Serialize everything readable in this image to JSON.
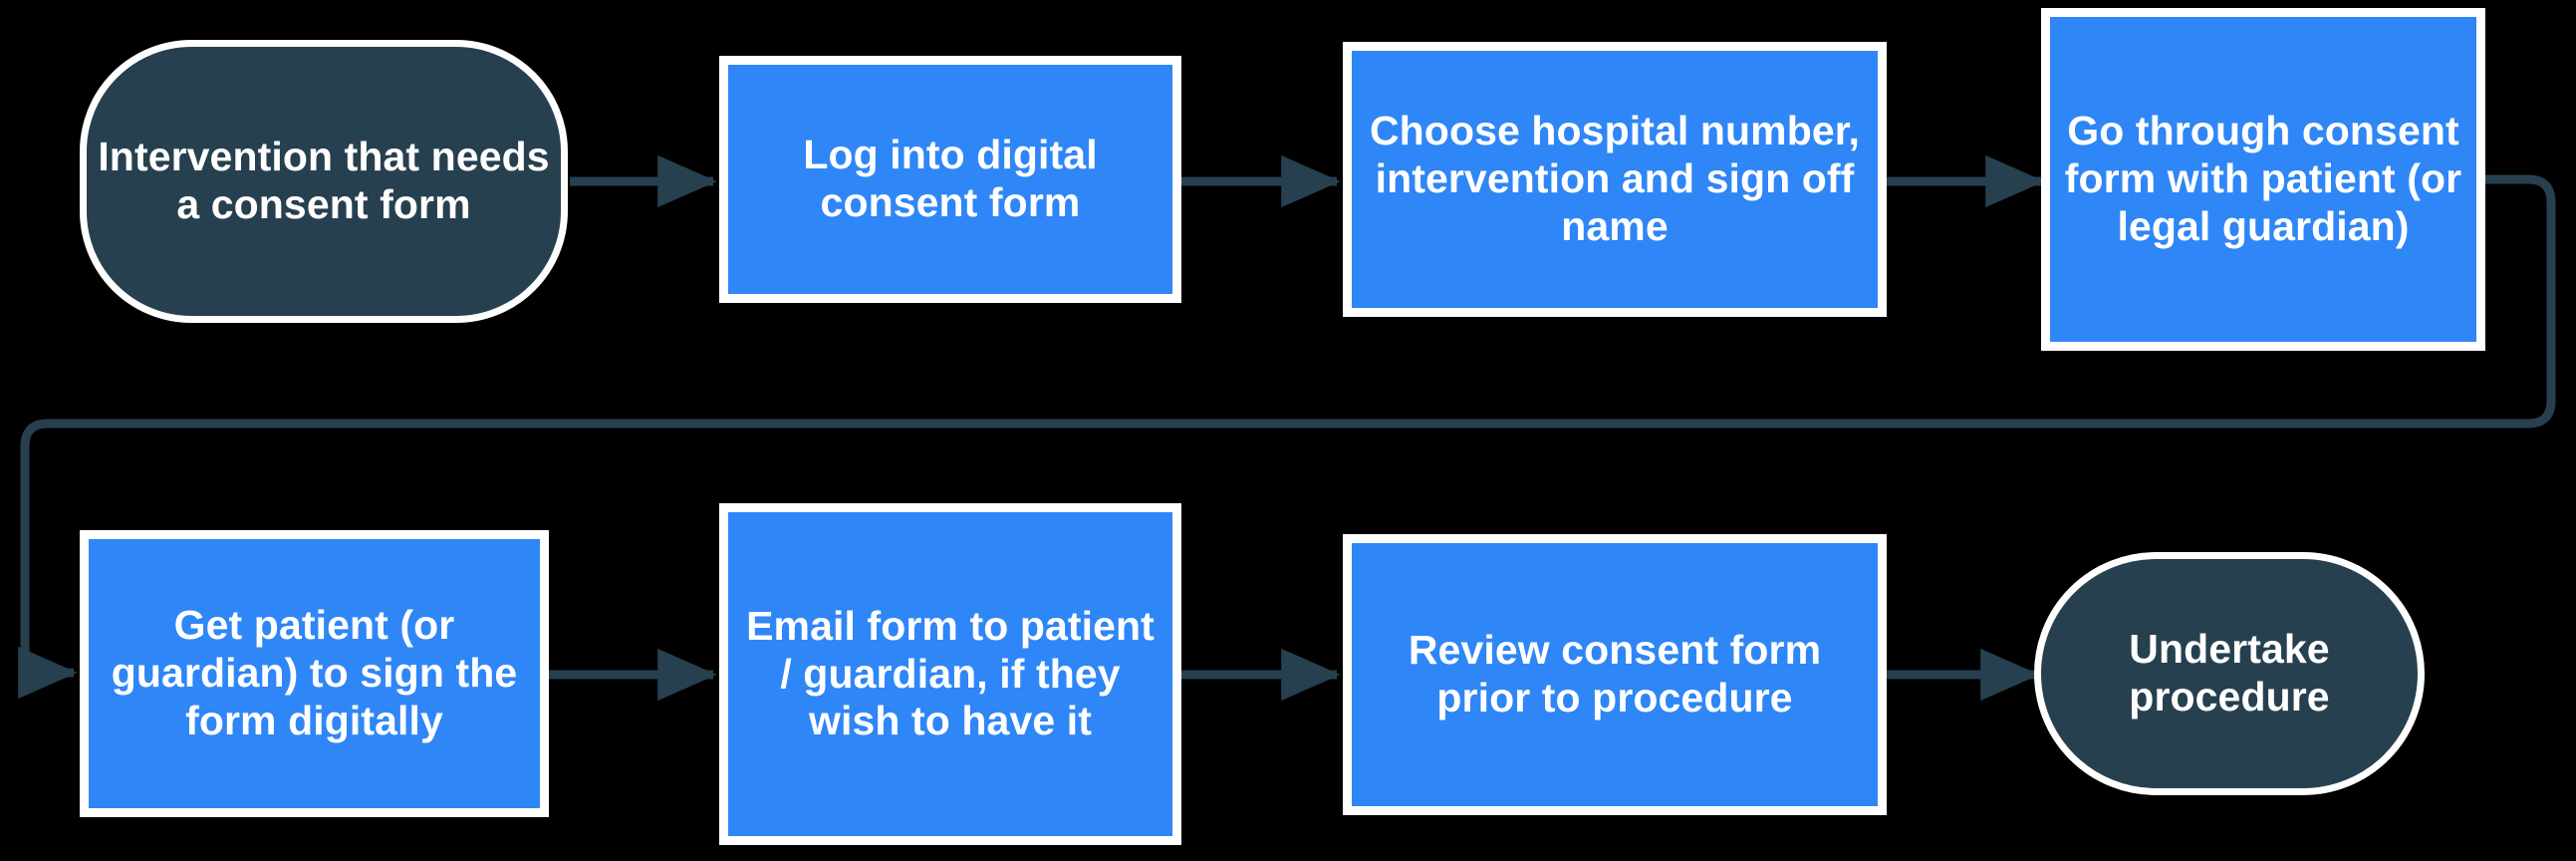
{
  "diagram": {
    "title": "Digital consent form process flowchart",
    "background_color": "#000000",
    "process_fill": "#2f86f6",
    "terminal_fill": "#27404f",
    "node_border_color": "#ffffff",
    "edge_color": "#27404f",
    "text_color": "#ffffff"
  },
  "nodes": [
    {
      "id": "start",
      "shape": "terminal",
      "label": "Intervention that needs a consent form"
    },
    {
      "id": "login",
      "shape": "process",
      "label": "Log into digital consent form"
    },
    {
      "id": "choose",
      "shape": "process",
      "label": "Choose hospital number, intervention and sign off name"
    },
    {
      "id": "gothrough",
      "shape": "process",
      "label": "Go through consent form with patient (or legal guardian)"
    },
    {
      "id": "sign",
      "shape": "process",
      "label": "Get patient (or guardian) to sign the form digitally"
    },
    {
      "id": "email",
      "shape": "process",
      "label": "Email form to patient / guardian, if they wish to have it"
    },
    {
      "id": "review",
      "shape": "process",
      "label": "Review consent form prior to procedure"
    },
    {
      "id": "end",
      "shape": "terminal",
      "label": "Undertake procedure"
    }
  ],
  "edges": [
    {
      "from": "start",
      "to": "login",
      "type": "straight"
    },
    {
      "from": "login",
      "to": "choose",
      "type": "straight"
    },
    {
      "from": "choose",
      "to": "gothrough",
      "type": "straight"
    },
    {
      "from": "gothrough",
      "to": "sign",
      "type": "wrap-around"
    },
    {
      "from": "sign",
      "to": "email",
      "type": "straight"
    },
    {
      "from": "email",
      "to": "review",
      "type": "straight"
    },
    {
      "from": "review",
      "to": "end",
      "type": "straight"
    }
  ]
}
